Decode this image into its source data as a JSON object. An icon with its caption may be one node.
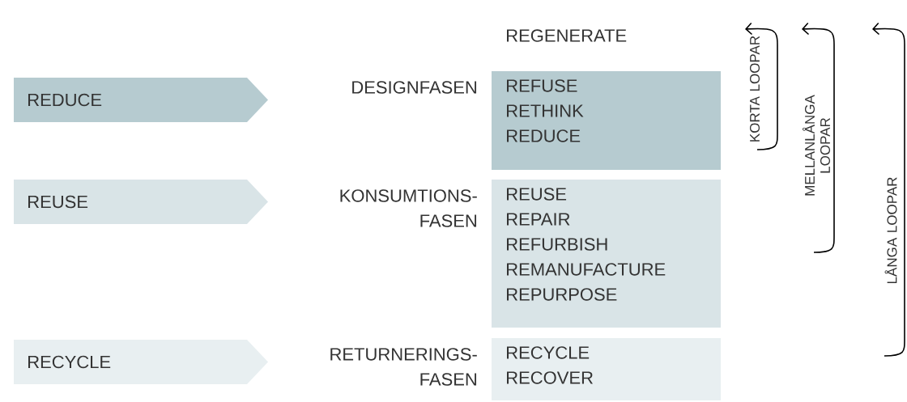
{
  "diagram": {
    "nodes": [
      {
        "text": [
          "REDUCE"
        ]
      },
      {
        "text": [
          "REUSE"
        ]
      },
      {
        "text": [
          "RECYCLE"
        ]
      },
      {
        "text": [
          "REFUSE",
          "RETHINK",
          "REDUCE"
        ],
        "beside": [
          "DESIGNFASEN"
        ]
      },
      {
        "text": [
          "REUSE",
          "REPAIR",
          "REFURBISH",
          "REMANUFACTURE",
          "REPURPOSE"
        ],
        "beside": [
          "KONSUMTIONS- FASEN"
        ]
      },
      {
        "text": [
          "RECYCLE",
          "RECOVER"
        ],
        "beside": [
          "RETURNERINGS- FASEN"
        ]
      }
    ],
    "edges": [],
    "labels": [
      "REGENERATE",
      "KORTA LOOPAR",
      "MELLANLÅNGA LOOPAR",
      "LÅNGA LOOPAR"
    ]
  }
}
